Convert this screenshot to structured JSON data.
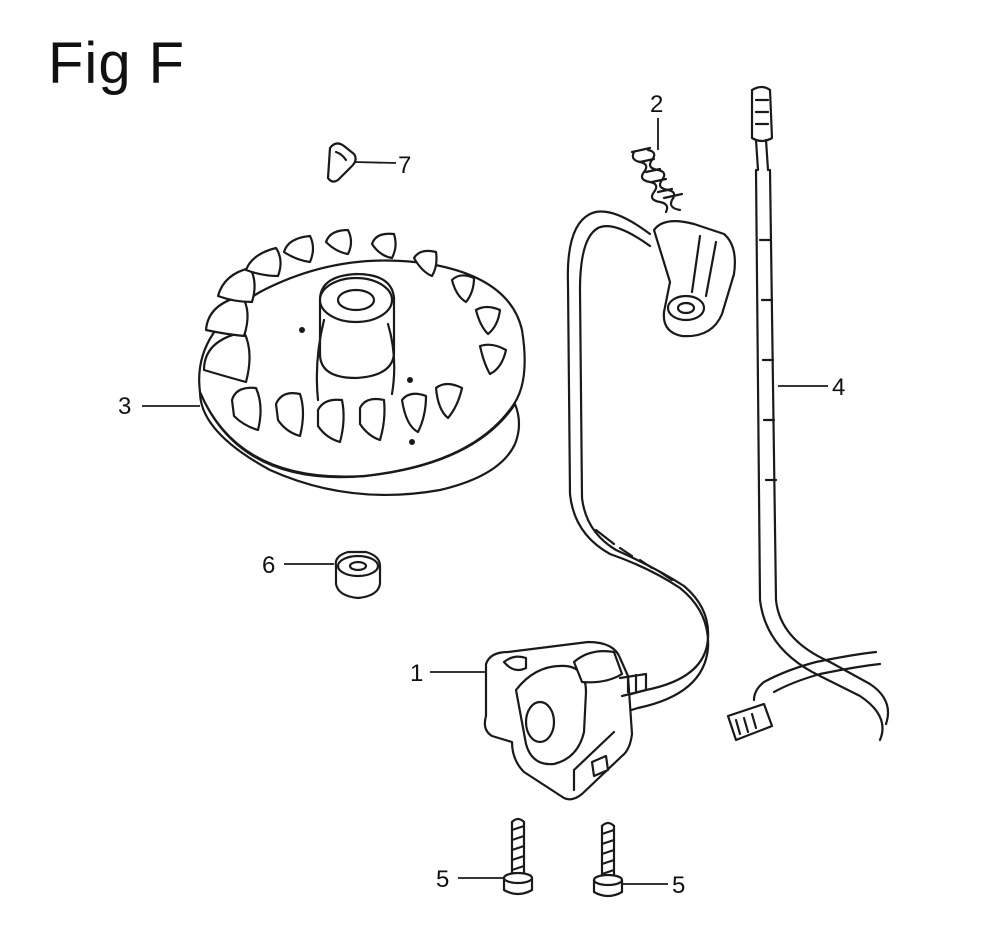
{
  "figure": {
    "title": "Fig F"
  },
  "callouts": {
    "c1": "1",
    "c2": "2",
    "c3": "3",
    "c4": "4",
    "c5a": "5",
    "c5b": "5",
    "c6": "6",
    "c7": "7"
  },
  "colors": {
    "ink": "#1a1a1a",
    "background": "#ffffff"
  }
}
